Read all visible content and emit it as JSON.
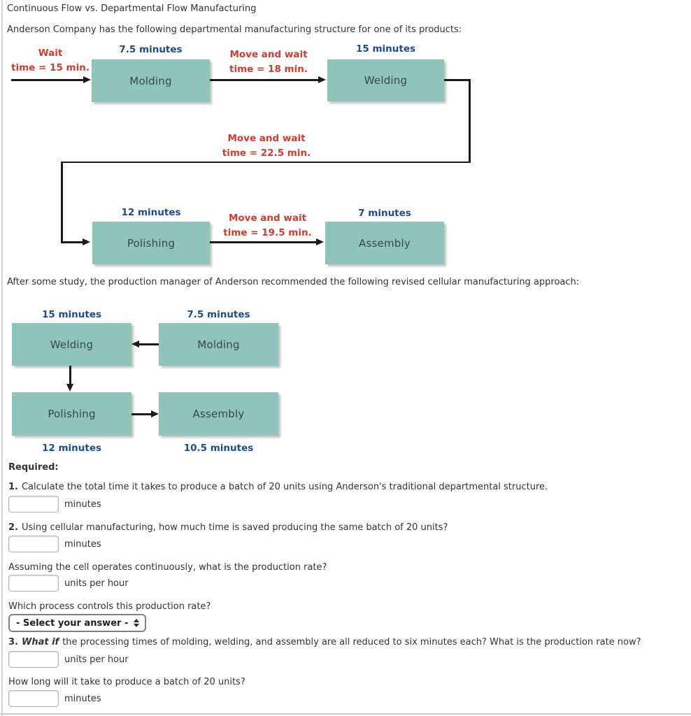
{
  "page": {
    "title": "Continuous Flow vs. Departmental Flow Manufacturing",
    "intro_departmental": "Anderson Company has the following departmental manufacturing structure for one of its products:",
    "intro_cellular": "After some study, the production manager of Anderson recommended the following revised cellular manufacturing approach:"
  },
  "colors": {
    "box_fill": "#8fc4bc",
    "label_blue": "#1b4a97",
    "label_red": "#d63a2e",
    "line_black": "#1b1b1b"
  },
  "diagram_departmental": {
    "wait_line1": "Wait",
    "wait_line2": "time = 15 min.",
    "molding_time": "7.5 minutes",
    "molding_name": "Molding",
    "move1_line1": "Move and wait",
    "move1_line2": "time = 18 min.",
    "welding_time": "15 minutes",
    "welding_name": "Welding",
    "move2_line1": "Move and wait",
    "move2_line2": "time = 22.5 min.",
    "polishing_time": "12 minutes",
    "polishing_name": "Polishing",
    "move3_line1": "Move and wait",
    "move3_line2": "time = 19.5 min.",
    "assembly_time": "7 minutes",
    "assembly_name": "Assembly"
  },
  "diagram_cellular": {
    "welding_time": "15 minutes",
    "welding_name": "Welding",
    "molding_time": "7.5 minutes",
    "molding_name": "Molding",
    "polishing_time": "12 minutes",
    "polishing_name": "Polishing",
    "assembly_time": "10.5 minutes",
    "assembly_name": "Assembly"
  },
  "questions": {
    "required_label": "Required:",
    "q1": {
      "number": "1.",
      "text": "Calculate the total time it takes to produce a batch of 20 units using Anderson's traditional departmental structure.",
      "input_value": "",
      "unit": "minutes"
    },
    "q2": {
      "number": "2.",
      "text": "Using cellular manufacturing, how much time is saved producing the same batch of 20 units?",
      "input_value": "",
      "unit": "minutes"
    },
    "q2b": {
      "text": "Assuming the cell operates continuously, what is the production rate?",
      "input_value": "",
      "unit": "units per hour"
    },
    "q2c": {
      "text": "Which process controls this production rate?",
      "select_value": "- Select your answer -"
    },
    "q3": {
      "number": "3.",
      "emphasis": "What if",
      "text": "the processing times of molding, welding, and assembly are all reduced to six minutes each? What is the production rate now?",
      "input_value": "",
      "unit": "units per hour"
    },
    "q3b": {
      "text": "How long will it take to produce a batch of 20 units?",
      "input_value": "",
      "unit": "minutes"
    }
  }
}
